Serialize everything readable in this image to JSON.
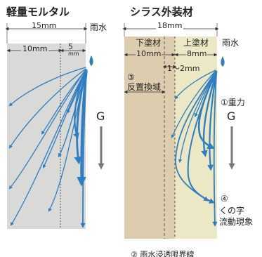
{
  "left_panel": {
    "title": "軽量モルタル",
    "total_width": "15mm",
    "inner_width": "10mm",
    "outer_width_value": "5",
    "outer_width_unit": "mm",
    "rain_label": "雨水",
    "gravity_label": "G",
    "color_wall": "#d9d9d8",
    "color_flow": "#2e7ec1"
  },
  "right_panel": {
    "title": "シラス外装材",
    "total_width": "18mm",
    "under_coat_label": "下塗材",
    "under_coat_width": "10mm",
    "top_coat_label": "上塗材",
    "top_coat_width": "8mm",
    "rain_label": "雨水",
    "gap_range": "1～2mm",
    "zone_number": "③",
    "zone_label": "反置換域",
    "gravity_note": "①重力",
    "gravity_label": "G",
    "flow_number": "④",
    "flow_label_line1": "くの字",
    "flow_label_line2": "流動現象",
    "bottom_note": "② 雨水浸透限界線",
    "color_under": "#ddccae",
    "color_top": "#ece7c5",
    "color_flow": "#2e7ec1"
  }
}
